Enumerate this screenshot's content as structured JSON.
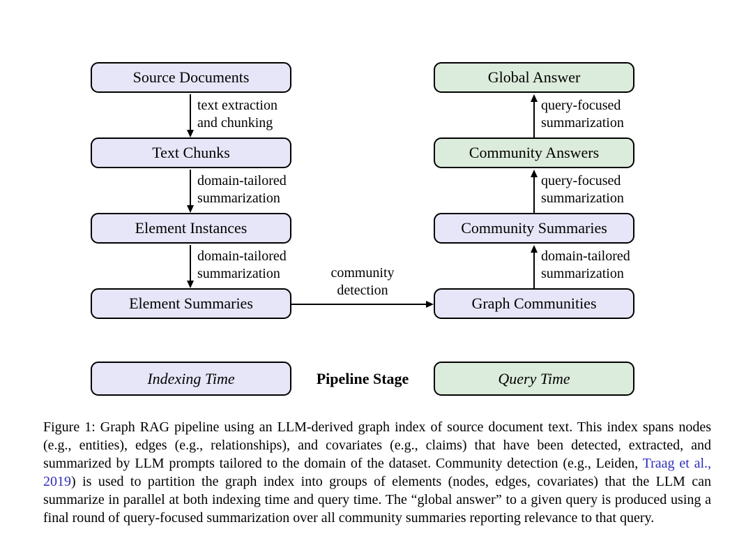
{
  "colors": {
    "indexing_fill": "#e6e6f8",
    "query_fill": "#dcecdc",
    "box_border": "#000000",
    "citation_blue": "#2e2eb8"
  },
  "nodes": {
    "source_documents": {
      "label": "Source Documents"
    },
    "text_chunks": {
      "label": "Text Chunks"
    },
    "element_instances": {
      "label": "Element Instances"
    },
    "element_summaries": {
      "label": "Element Summaries"
    },
    "global_answer": {
      "label": "Global Answer"
    },
    "community_answers": {
      "label": "Community Answers"
    },
    "community_summaries": {
      "label": "Community Summaries"
    },
    "graph_communities": {
      "label": "Graph Communities"
    }
  },
  "edges": {
    "text_extraction": {
      "line1": "text extraction",
      "line2": "and chunking",
      "from": "source_documents",
      "to": "text_chunks",
      "direction": "down"
    },
    "chunk_summarization": {
      "line1": "domain-tailored",
      "line2": "summarization",
      "from": "text_chunks",
      "to": "element_instances",
      "direction": "down"
    },
    "instance_summarization": {
      "line1": "domain-tailored",
      "line2": "summarization",
      "from": "element_instances",
      "to": "element_summaries",
      "direction": "down"
    },
    "community_detection": {
      "line1": "community",
      "line2": "detection",
      "from": "element_summaries",
      "to": "graph_communities",
      "direction": "right"
    },
    "community_summarization": {
      "line1": "domain-tailored",
      "line2": "summarization",
      "from": "graph_communities",
      "to": "community_summaries",
      "direction": "up"
    },
    "summary_qfs": {
      "line1": "query-focused",
      "line2": "summarization",
      "from": "community_summaries",
      "to": "community_answers",
      "direction": "up"
    },
    "answer_qfs": {
      "line1": "query-focused",
      "line2": "summarization",
      "from": "community_answers",
      "to": "global_answer",
      "direction": "up"
    }
  },
  "legend": {
    "indexing_time": "Indexing Time",
    "pipeline_stage": "Pipeline Stage",
    "query_time": "Query Time"
  },
  "caption": {
    "before_citation": "Figure 1: Graph RAG pipeline using an LLM-derived graph index of source document text. This index spans nodes (e.g., entities), edges (e.g., relationships), and covariates (e.g., claims) that have been detected, extracted, and summarized by LLM prompts tailored to the domain of the dataset. Community detection (e.g., Leiden, ",
    "citation": "Traag et al., 2019",
    "after_citation": ") is used to partition the graph index into groups of elements (nodes, edges, covariates) that the LLM can summarize in parallel at both indexing time and query time. The “global answer” to a given query is produced using a final round of query-focused summarization over all community summaries reporting relevance to that query."
  }
}
